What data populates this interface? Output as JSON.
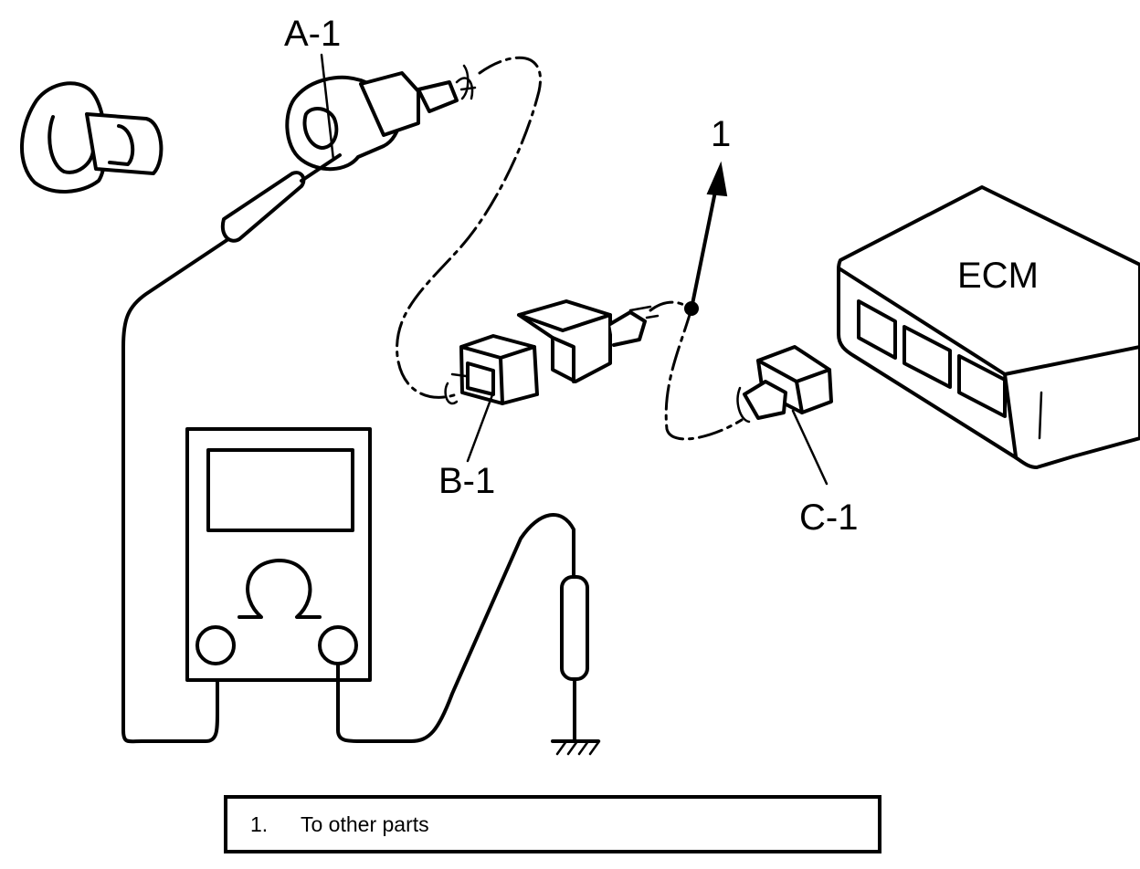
{
  "labels": {
    "a1": "A-1",
    "b1": "B-1",
    "c1": "C-1",
    "ecm": "ECM",
    "callout": "1"
  },
  "legend": {
    "items": [
      {
        "number": "1.",
        "text": "To other parts"
      }
    ]
  },
  "icons": {
    "meter": "ohmmeter-icon",
    "ohm_symbol": "omega-symbol",
    "ground": "ground-symbol-icon"
  }
}
